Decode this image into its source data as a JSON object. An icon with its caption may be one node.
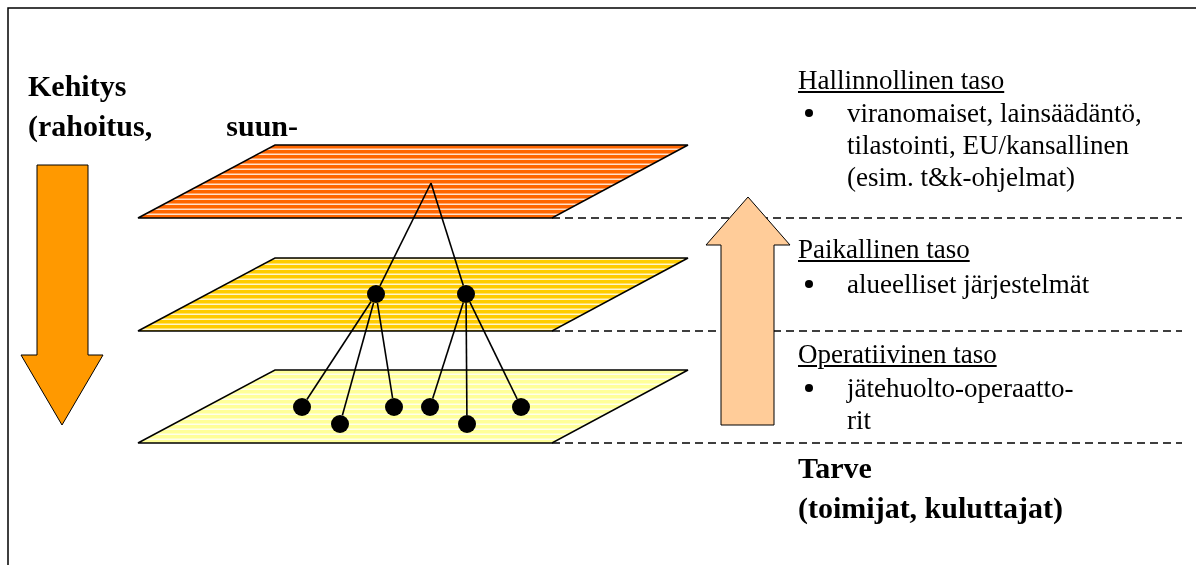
{
  "diagram": {
    "nodes": [
      {
        "text": [],
        "shape": "parallelogram"
      },
      {
        "text": [],
        "shape": "parallelogram"
      },
      {
        "text": [],
        "shape": "circle",
        "in": 1
      },
      {
        "text": [],
        "shape": "circle",
        "in": 1
      },
      {
        "text": [],
        "shape": "parallelogram"
      },
      {
        "text": [],
        "shape": "circle",
        "in": 4
      },
      {
        "text": [],
        "shape": "circle",
        "in": 4
      },
      {
        "text": [],
        "shape": "circle",
        "in": 4
      },
      {
        "text": [],
        "shape": "circle",
        "in": 4
      },
      {
        "text": [],
        "shape": "circle",
        "in": 4
      },
      {
        "text": [],
        "shape": "circle",
        "in": 4
      }
    ],
    "edges": [
      {
        "from": 0,
        "to": 2,
        "arrow": "none"
      },
      {
        "from": 0,
        "to": 3,
        "arrow": "none"
      },
      {
        "from": 2,
        "to": 5,
        "arrow": "none"
      },
      {
        "from": 2,
        "to": 6,
        "arrow": "none"
      },
      {
        "from": 2,
        "to": 7,
        "arrow": "none"
      },
      {
        "from": 3,
        "to": 8,
        "arrow": "none"
      },
      {
        "from": 3,
        "to": 9,
        "arrow": "none"
      },
      {
        "from": 3,
        "to": 10,
        "arrow": "none"
      }
    ],
    "labels": [
      "Kehitys",
      "(rahoitus, suun-",
      "Hallinnollinen taso",
      "viranomaiset, lainsäädäntö, tilastointi, EU/kansallinen (esim. t&k-ohjelmat)",
      "Paikallinen taso",
      "alueelliset järjestelmät",
      "Operatiivinen taso",
      "jätehuolto-operaatto- rit",
      "Tarve",
      "(toimijat, kuluttajat)"
    ]
  }
}
